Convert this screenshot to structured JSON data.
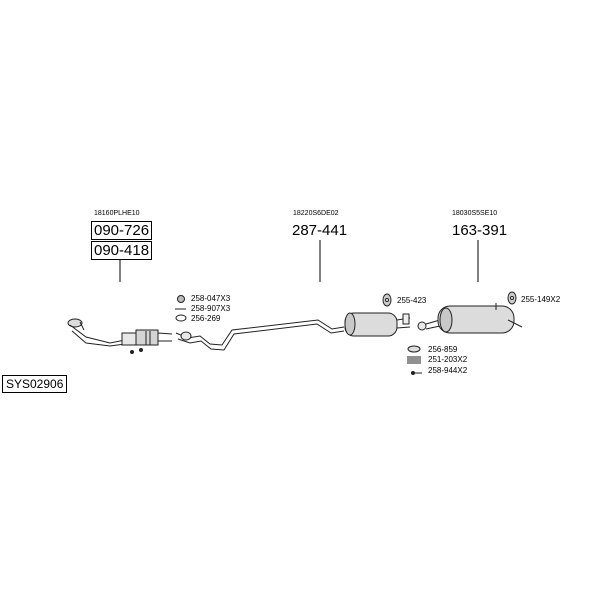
{
  "diagram": {
    "system_code": "SYS02906",
    "groups": [
      {
        "oem": "18160PLHE10",
        "parts": [
          "090-726",
          "090-418"
        ]
      },
      {
        "oem": "18220S6DE02",
        "parts": [
          "287-441"
        ]
      },
      {
        "oem": "18030S5SE10",
        "parts": [
          "163-391"
        ]
      }
    ],
    "hardware": {
      "front": [
        "258-047X3",
        "258-907X3",
        "256-269"
      ],
      "mid_hanger": "255-423",
      "rear_hanger": "255-149X2",
      "rear_joint": [
        "256-859",
        "251-203X2",
        "258-944X2"
      ]
    }
  }
}
